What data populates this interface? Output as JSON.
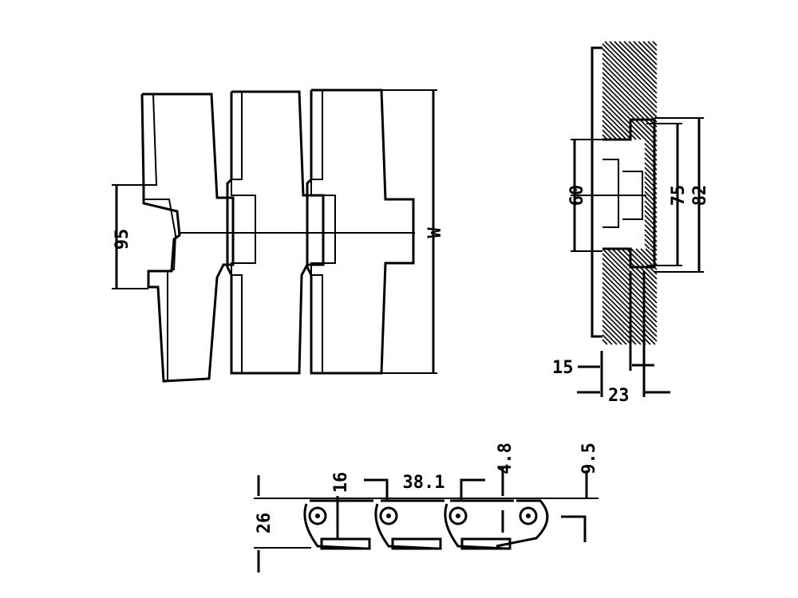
{
  "drawing": {
    "top_view": {
      "pitch_height_label": "95",
      "width_label": "W"
    },
    "side_view": {
      "dim_60": "60",
      "dim_75": "75",
      "dim_82": "82",
      "dim_15": "15",
      "dim_23": "23"
    },
    "chain_view": {
      "dim_16": "16",
      "pitch": "38.1",
      "dim_4_8": "4.8",
      "dim_9_5": "9.5",
      "height": "26"
    },
    "colors": {
      "line": "#000000",
      "background": "#ffffff"
    }
  }
}
